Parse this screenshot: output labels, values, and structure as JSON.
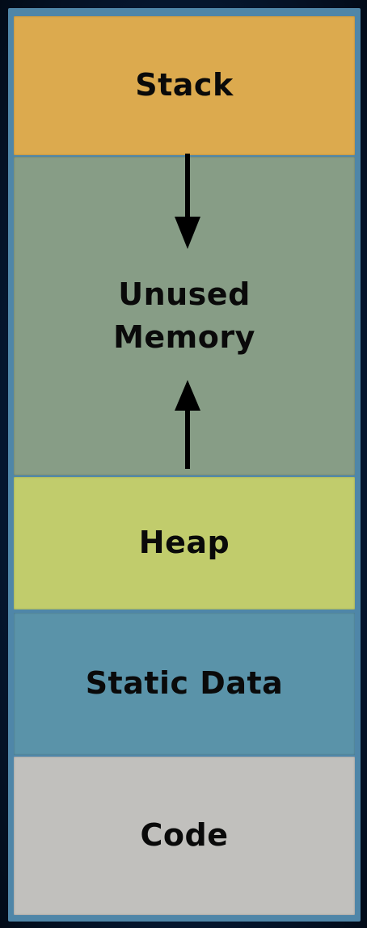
{
  "segments": {
    "stack": {
      "label": "Stack",
      "color": "#dcaa4e"
    },
    "unused": {
      "label": "Unused\nMemory",
      "color": "#879d86"
    },
    "heap": {
      "label": "Heap",
      "color": "#c1cc6c"
    },
    "static": {
      "label": "Static Data",
      "color": "#5a93a9"
    },
    "code": {
      "label": "Code",
      "color": "#c1c0bd"
    }
  },
  "arrows": {
    "color": "#000000",
    "stack_growth": "down",
    "heap_growth": "up"
  },
  "colors": {
    "frame_border": "#4f86a8",
    "background": "#05162e"
  }
}
